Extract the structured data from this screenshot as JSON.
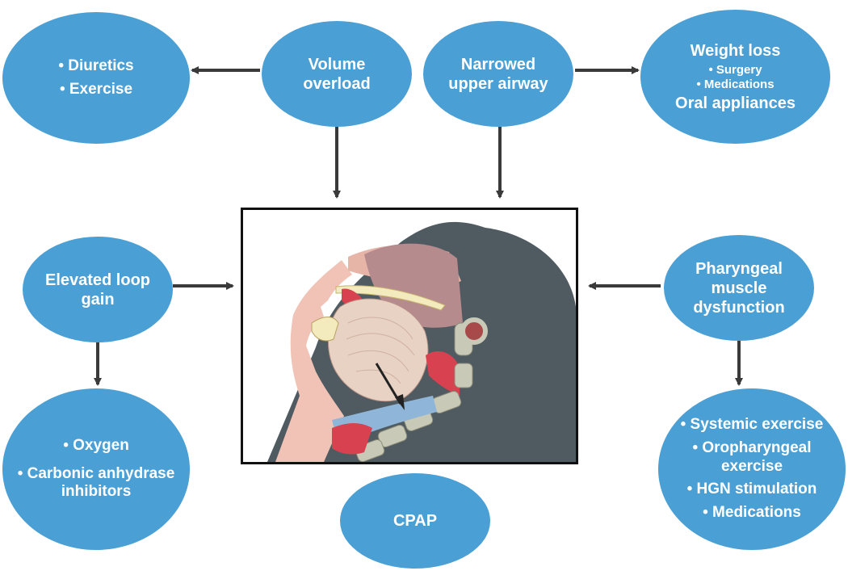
{
  "nodes": {
    "diuretics": {
      "lines": [
        "• Diuretics",
        "• Exercise"
      ]
    },
    "volume": {
      "lines": [
        "Volume",
        "overload"
      ]
    },
    "narrowed": {
      "lines": [
        "Narrowed",
        "upper airway"
      ]
    },
    "weight": {
      "title": "Weight loss",
      "subs": [
        "• Surgery",
        "• Medications"
      ],
      "footer": "Oral appliances"
    },
    "loop": {
      "lines": [
        "Elevated loop",
        "gain"
      ]
    },
    "pharyngeal": {
      "lines": [
        "Pharyngeal",
        "muscle",
        "dysfunction"
      ]
    },
    "oxygen": {
      "lines": [
        "• Oxygen",
        "• Carbonic anhydrase",
        "inhibitors"
      ]
    },
    "systemic": {
      "lines": [
        "• Systemic exercise",
        "• Oropharyngeal",
        "exercise",
        "• HGN stimulation",
        "• Medications"
      ]
    },
    "cpap": {
      "lines": [
        "CPAP"
      ]
    }
  },
  "colors": {
    "node_fill": "#4a9fd5",
    "node_text": "#ffffff",
    "arrow": "#3a3a3a",
    "frame": "#111111"
  }
}
